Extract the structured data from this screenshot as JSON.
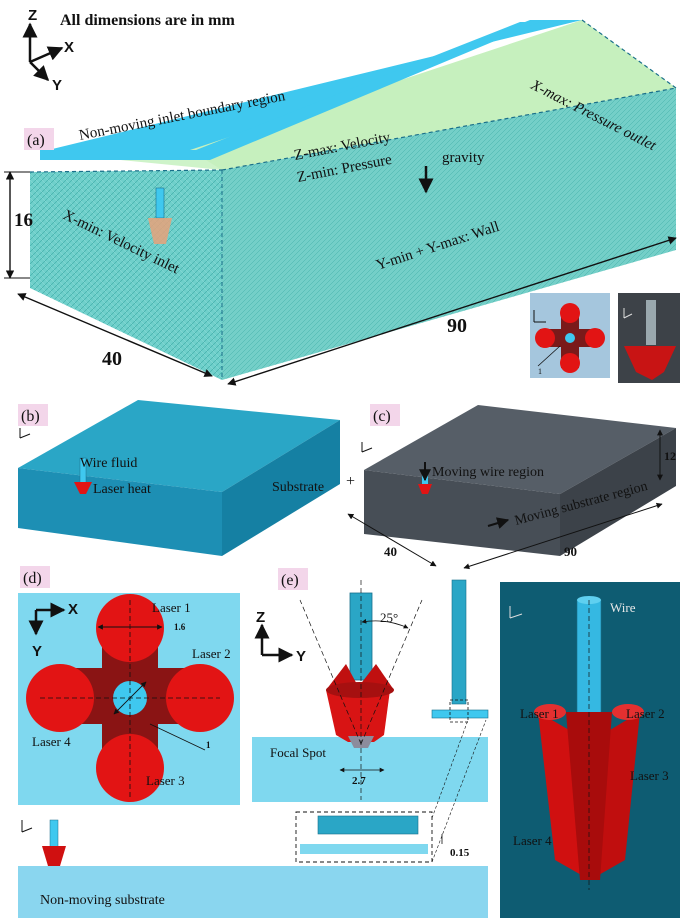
{
  "header": {
    "note": "All dimensions are in mm"
  },
  "axes": {
    "z": "Z",
    "x": "X",
    "y": "Y"
  },
  "panels": {
    "a": {
      "badge": "(a)",
      "inlet_region": "Non-moving inlet boundary region",
      "zmax": "Z-max: Velocity",
      "zmin": "Z-min: Pressure",
      "xmax": "X-max: Pressure outlet",
      "gravity": "gravity",
      "xmin": "X-min: Velocity inlet",
      "ywall": "Y-min + Y-max: Wall",
      "dim_height": "16",
      "dim_width": "40",
      "dim_length": "90"
    },
    "inset": {
      "dim": "1"
    },
    "b": {
      "badge": "(b)",
      "wire_fluid": "Wire fluid",
      "laser_heat": "Laser heat",
      "substrate": "Substrate",
      "plus": "+"
    },
    "c": {
      "badge": "(c)",
      "moving_wire": "Moving wire region",
      "moving_substrate": "Moving substrate region",
      "dim_height": "12",
      "dim_width": "40",
      "dim_length": "90"
    },
    "d": {
      "badge": "(d)",
      "laser1": "Laser 1",
      "laser2": "Laser 2",
      "laser3": "Laser 3",
      "laser4": "Laser 4",
      "dim_outer": "1.6",
      "dim_inner": "1"
    },
    "e": {
      "badge": "(e)",
      "angle": "25°",
      "focal_spot": "Focal Spot",
      "dim_spot": "2.7",
      "dim_gap": "0.15"
    },
    "f": {
      "wire": "Wire",
      "laser1": "Laser 1",
      "laser2": "Laser 2",
      "laser3": "Laser 3",
      "laser4": "Laser 4"
    },
    "bottom": {
      "substrate": "Non-moving substrate"
    }
  },
  "colors": {
    "cyan": "#3fc8ef",
    "mesh": "#62cbc6",
    "laser": "#e21414",
    "dark_panel": "#0e5c72",
    "grey_block": "#4b525a"
  }
}
